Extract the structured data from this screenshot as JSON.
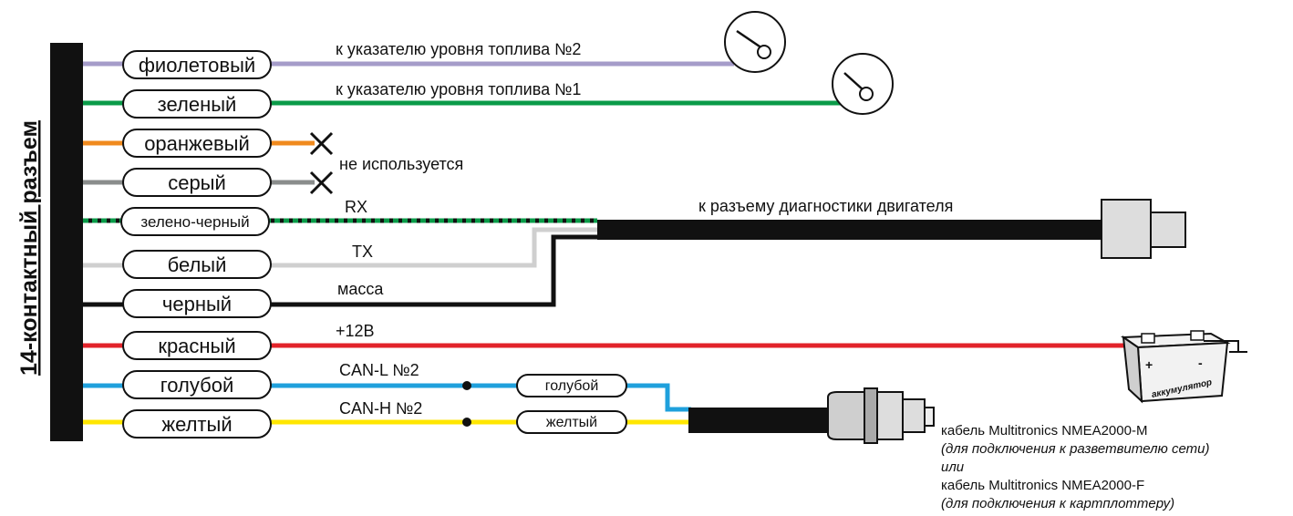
{
  "connector": {
    "title": "14-контактный разъем"
  },
  "wires": [
    {
      "label": "фиолетовый",
      "color": "#a59cc9",
      "note": "к указателю уровня топлива №2"
    },
    {
      "label": "зеленый",
      "color": "#0a9b48",
      "note": "к указателю уровня топлива №1"
    },
    {
      "label": "оранжевый",
      "color": "#f08a1e",
      "note": ""
    },
    {
      "label": "серый",
      "color": "#8a8d8c",
      "note": ""
    },
    {
      "label": "зелено-черный",
      "color": "#0a9b48",
      "note": "RX"
    },
    {
      "label": "белый",
      "color": "#cfcfcf",
      "note": "TX"
    },
    {
      "label": "черный",
      "color": "#111111",
      "note": "масса"
    },
    {
      "label": "красный",
      "color": "#e2232a",
      "note": "+12В"
    },
    {
      "label": "голубой",
      "color": "#1fa0dc",
      "note": "CAN-L №2"
    },
    {
      "label": "желтый",
      "color": "#ffe600",
      "note": "CAN-H №2"
    }
  ],
  "unused_note": "не используется",
  "diag_cable_note": "к разъему диагностики двигателя",
  "inline_labels": {
    "blue": "голубой",
    "yellow": "желтый"
  },
  "battery": {
    "label": "аккумулятор",
    "plus": "+",
    "minus": "-"
  },
  "nmea": {
    "line1": "кабель Multitronics NMEA2000-M",
    "line2": "(для подключения к разветвителю сети)",
    "line3": "или",
    "line4": "кабель Multitronics NMEA2000-F",
    "line5": "(для подключения к картплоттеру)"
  }
}
